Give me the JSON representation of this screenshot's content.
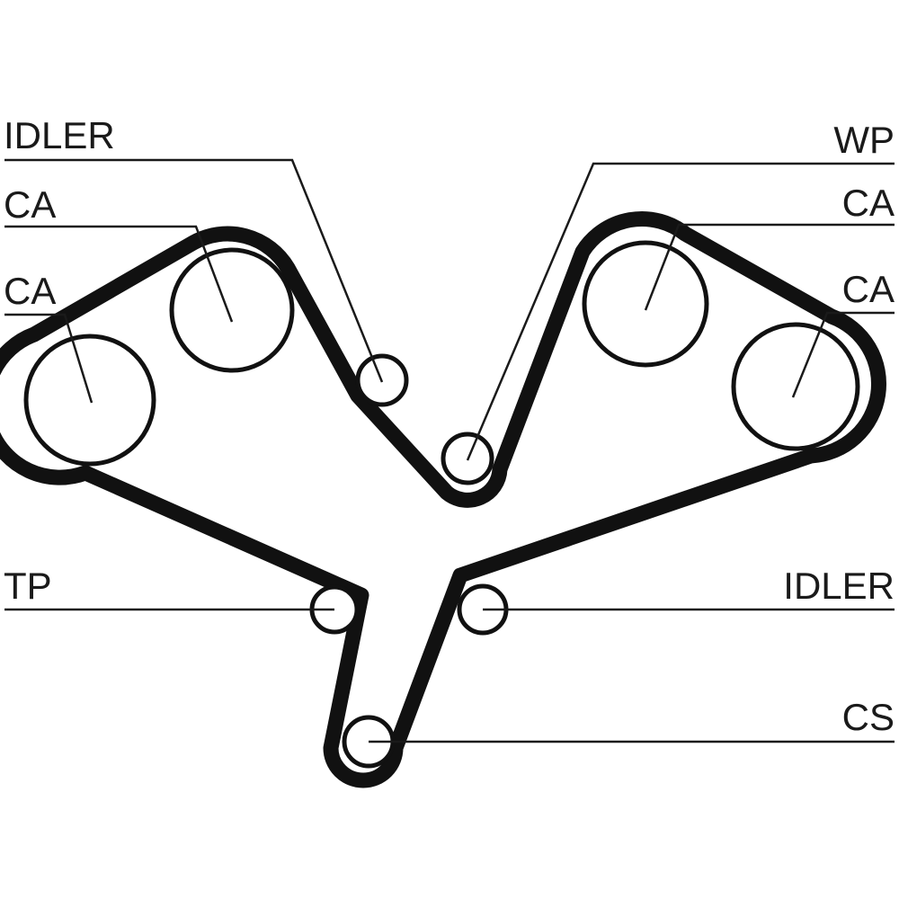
{
  "diagram": {
    "labels": {
      "idler_top": "IDLER",
      "ca_left_upper": "CA",
      "ca_left": "CA",
      "tp": "TP",
      "wp": "WP",
      "ca_right_upper": "CA",
      "ca_right": "CA",
      "idler_bottom": "IDLER",
      "cs": "CS"
    }
  }
}
